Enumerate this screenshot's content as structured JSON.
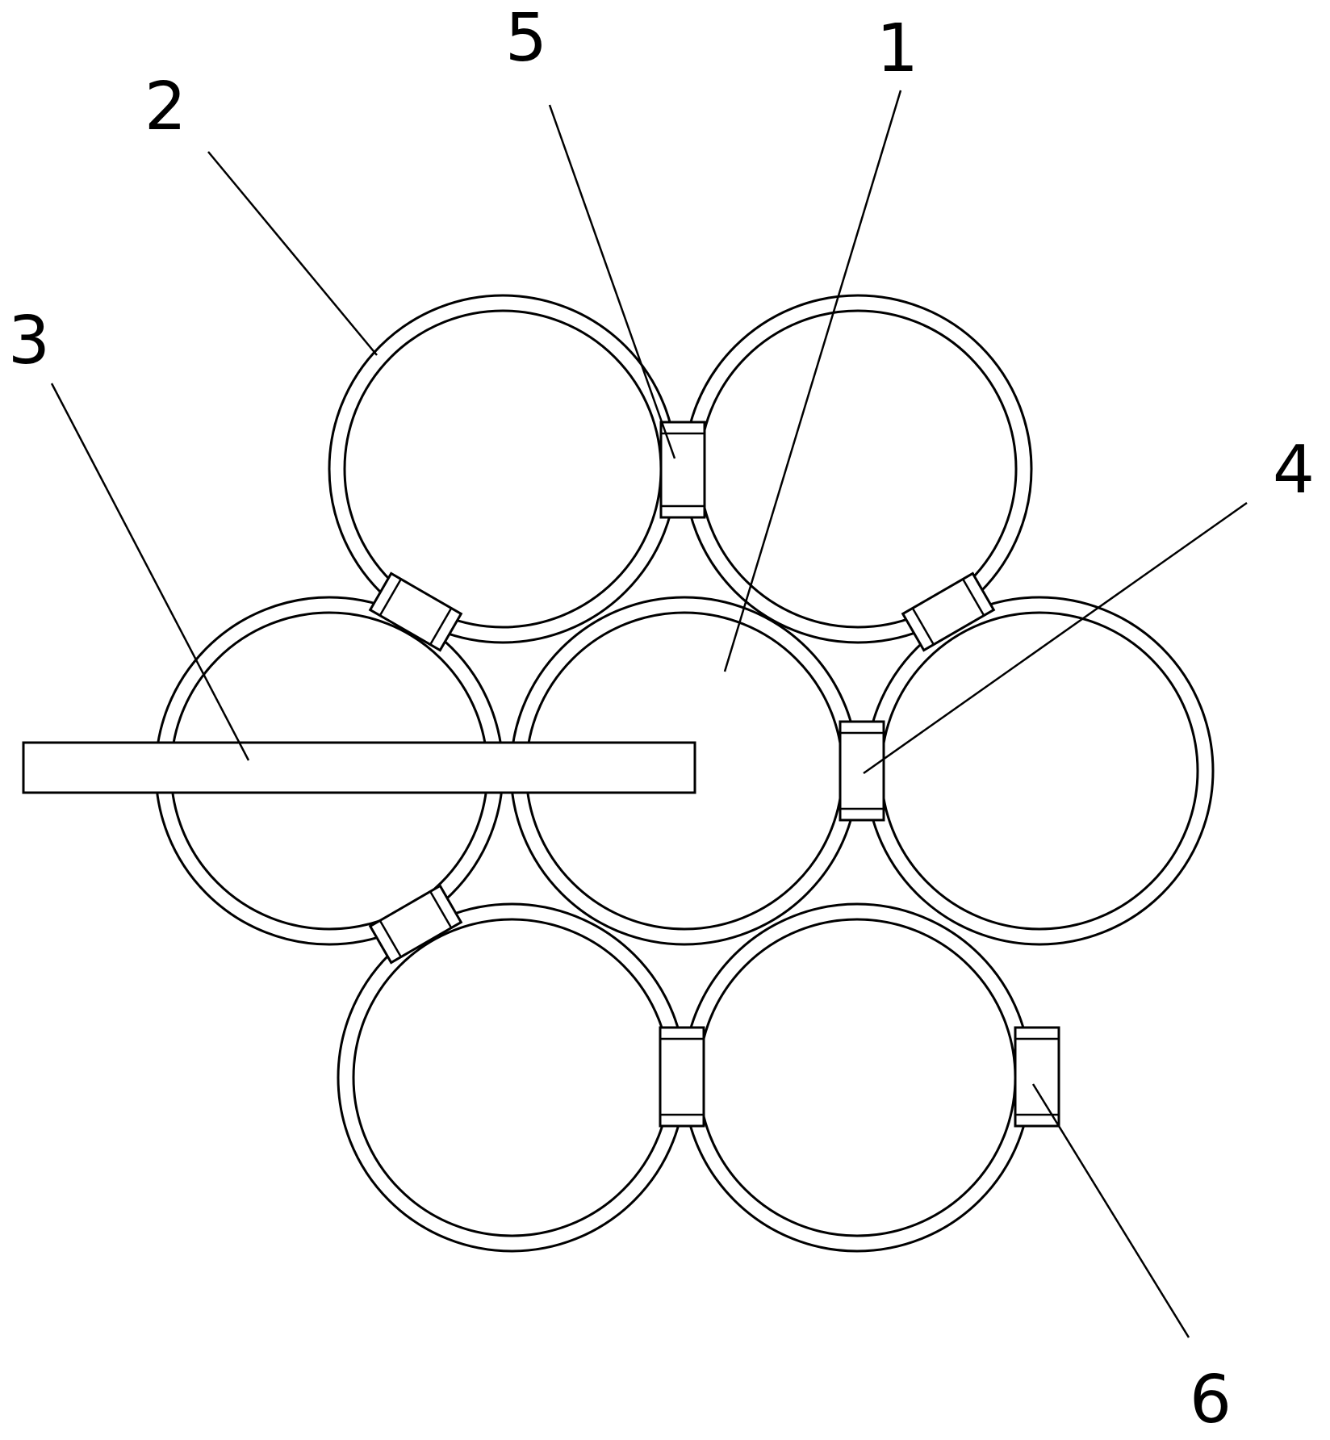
{
  "callouts": {
    "c1": "1",
    "c2": "2",
    "c3": "3",
    "c4": "4",
    "c5": "5",
    "c6": "6"
  },
  "colors": {
    "stroke": "#000000",
    "background": "#ffffff"
  }
}
